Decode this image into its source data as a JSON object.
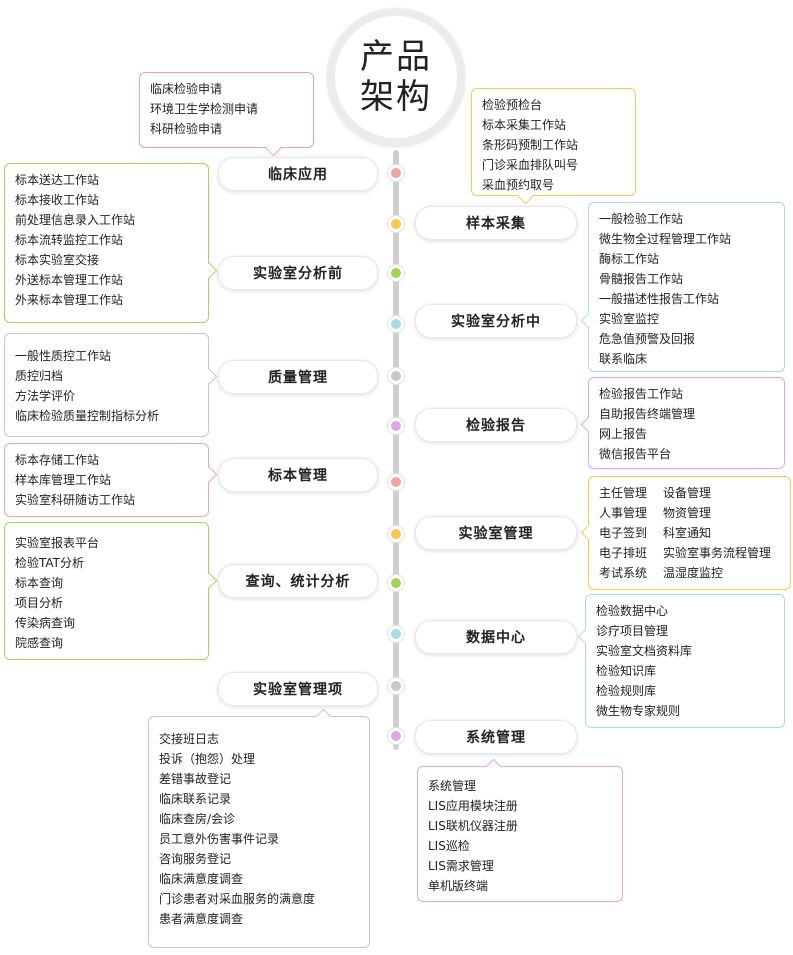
{
  "title": "产品架构",
  "categories": [
    {
      "label": "临床应用",
      "color": "#f2a5a0"
    },
    {
      "label": "样本采集",
      "color": "#fcc74e"
    },
    {
      "label": "实验室分析前",
      "color": "#a6d355"
    },
    {
      "label": "实验室分析中",
      "color": "#a6dce8"
    },
    {
      "label": "质量管理",
      "color": "#c8c8c8"
    },
    {
      "label": "检验报告",
      "color": "#dfa6e6"
    },
    {
      "label": "标本管理",
      "color": "#f2a5a0"
    },
    {
      "label": "实验室管理",
      "color": "#fcc74e"
    },
    {
      "label": "查询、统计分析",
      "color": "#a6d355"
    },
    {
      "label": "数据中心",
      "color": "#a6dce8"
    },
    {
      "label": "实验室管理项",
      "color": "#c8c8c8"
    },
    {
      "label": "系统管理",
      "color": "#dfa6e6"
    }
  ],
  "details": {
    "clinical": [
      "临床检验申请",
      "环境卫生学检测申请",
      "科研检验申请"
    ],
    "sampling": [
      "检验预检台",
      "标本采集工作站",
      "条形码预制工作站",
      "门诊采血排队叫号",
      "采血预约取号"
    ],
    "pre_analysis": [
      "标本送达工作站",
      "标本接收工作站",
      "前处理信息录入工作站",
      "标本流转监控工作站",
      "标本实验室交接",
      "外送标本管理工作站",
      "外来标本管理工作站"
    ],
    "in_analysis": [
      "一般检验工作站",
      "微生物全过程管理工作站",
      "酶标工作站",
      "骨髓报告工作站",
      "一般描述性报告工作站",
      "实验室监控",
      "危急值预警及回报",
      "联系临床"
    ],
    "quality": [
      "一般性质控工作站",
      "质控归档",
      "方法学评价",
      "临床检验质量控制指标分析"
    ],
    "report": [
      "检验报告工作站",
      "自助报告终端管理",
      "网上报告",
      "微信报告平台"
    ],
    "specimen": [
      "标本存储工作站",
      "样本库管理工作站",
      "实验室科研随访工作站"
    ],
    "lab_mgmt": [
      [
        "主任管理",
        "设备管理"
      ],
      [
        "人事管理",
        "物资管理"
      ],
      [
        "电子签到",
        "科室通知"
      ],
      [
        "电子排班",
        "实验室事务流程管理"
      ],
      [
        "考试系统",
        "温湿度监控"
      ]
    ],
    "query": [
      "实验室报表平台",
      "检验TAT分析",
      "标本查询",
      "项目分析",
      "传染病查询",
      "院感查询"
    ],
    "data_center": [
      "检验数据中心",
      "诊疗项目管理",
      "实验室文档资料库",
      "检验知识库",
      "检验规则库",
      "微生物专家规则"
    ],
    "lab_items": [
      "交接班日志",
      "投诉（抱怨）处理",
      "差错事故登记",
      "临床联系记录",
      "临床查房/会诊",
      "员工意外伤害事件记录",
      "咨询服务登记",
      "临床满意度调查",
      "门诊患者对采血服务的满意度",
      "患者满意度调查"
    ],
    "system": [
      "系统管理",
      "LIS应用模块注册",
      "LIS联机仪器注册",
      "LIS巡检",
      "LIS需求管理",
      "单机版终端"
    ]
  }
}
